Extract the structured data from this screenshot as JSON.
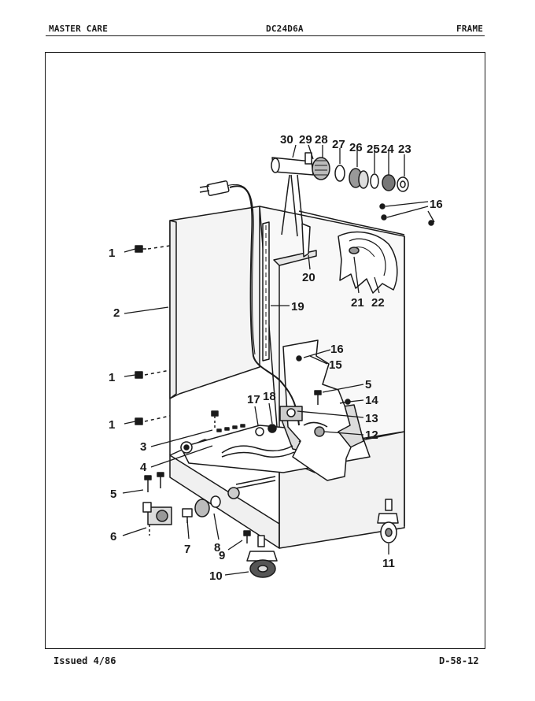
{
  "header": {
    "left": "MASTER CARE",
    "center": "DC24D6A",
    "right": "FRAME"
  },
  "footer": {
    "left": "Issued 4/86",
    "right": "D-58-12"
  },
  "callouts": {
    "c1a": "1",
    "c1b": "1",
    "c1c": "1",
    "c2": "2",
    "c3": "3",
    "c4": "4",
    "c5a": "5",
    "c5b": "5",
    "c6": "6",
    "c7": "7",
    "c8": "8",
    "c9": "9",
    "c10": "10",
    "c11": "11",
    "c12": "12",
    "c13": "13",
    "c14": "14",
    "c15": "15",
    "c16a": "16",
    "c16b": "16",
    "c17": "17",
    "c18": "18",
    "c19": "19",
    "c20": "20",
    "c21": "21",
    "c22": "22",
    "c23": "23",
    "c24": "24",
    "c25": "25",
    "c26": "26",
    "c27": "27",
    "c28": "28",
    "c29": "29",
    "c30": "30"
  }
}
